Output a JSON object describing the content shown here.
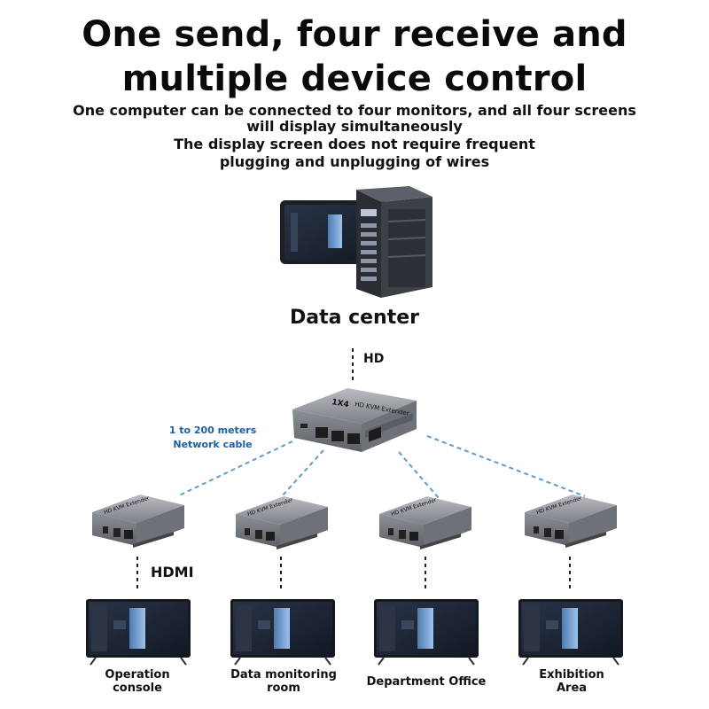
{
  "header": {
    "title_line1": "One send, four receive and",
    "title_line2": "multiple device control",
    "subtitle_line1": "One computer can be connected to four monitors, and all four screens",
    "subtitle_line2": "will display simultaneously",
    "subtitle_line3": "The display screen does not require frequent",
    "subtitle_line4": "plugging and unplugging of wires"
  },
  "source": {
    "label": "Data center"
  },
  "links": {
    "hd_label": "HD",
    "hdmi_label": "HDMI",
    "network_label_line1": "1 to 200 meters",
    "network_label_line2": "Network cable"
  },
  "transmitter": {
    "badge": "1X4",
    "brand": "HD KVM Extender"
  },
  "receivers": [
    {
      "brand": "HD KVM Extender"
    },
    {
      "brand": "HD KVM Extender"
    },
    {
      "brand": "HD KVM Extender"
    },
    {
      "brand": "HD KVM Extender"
    }
  ],
  "displays": [
    {
      "label_line1": "Operation",
      "label_line2": "console"
    },
    {
      "label_line1": "Data monitoring",
      "label_line2": "room"
    },
    {
      "label_line1": "Department Office",
      "label_line2": ""
    },
    {
      "label_line1": "Exhibition",
      "label_line2": "Area"
    }
  ],
  "colors": {
    "link_blue": "#1d5fa8",
    "device_gray": "#8a8d92",
    "screen_dark": "#1b2230"
  }
}
